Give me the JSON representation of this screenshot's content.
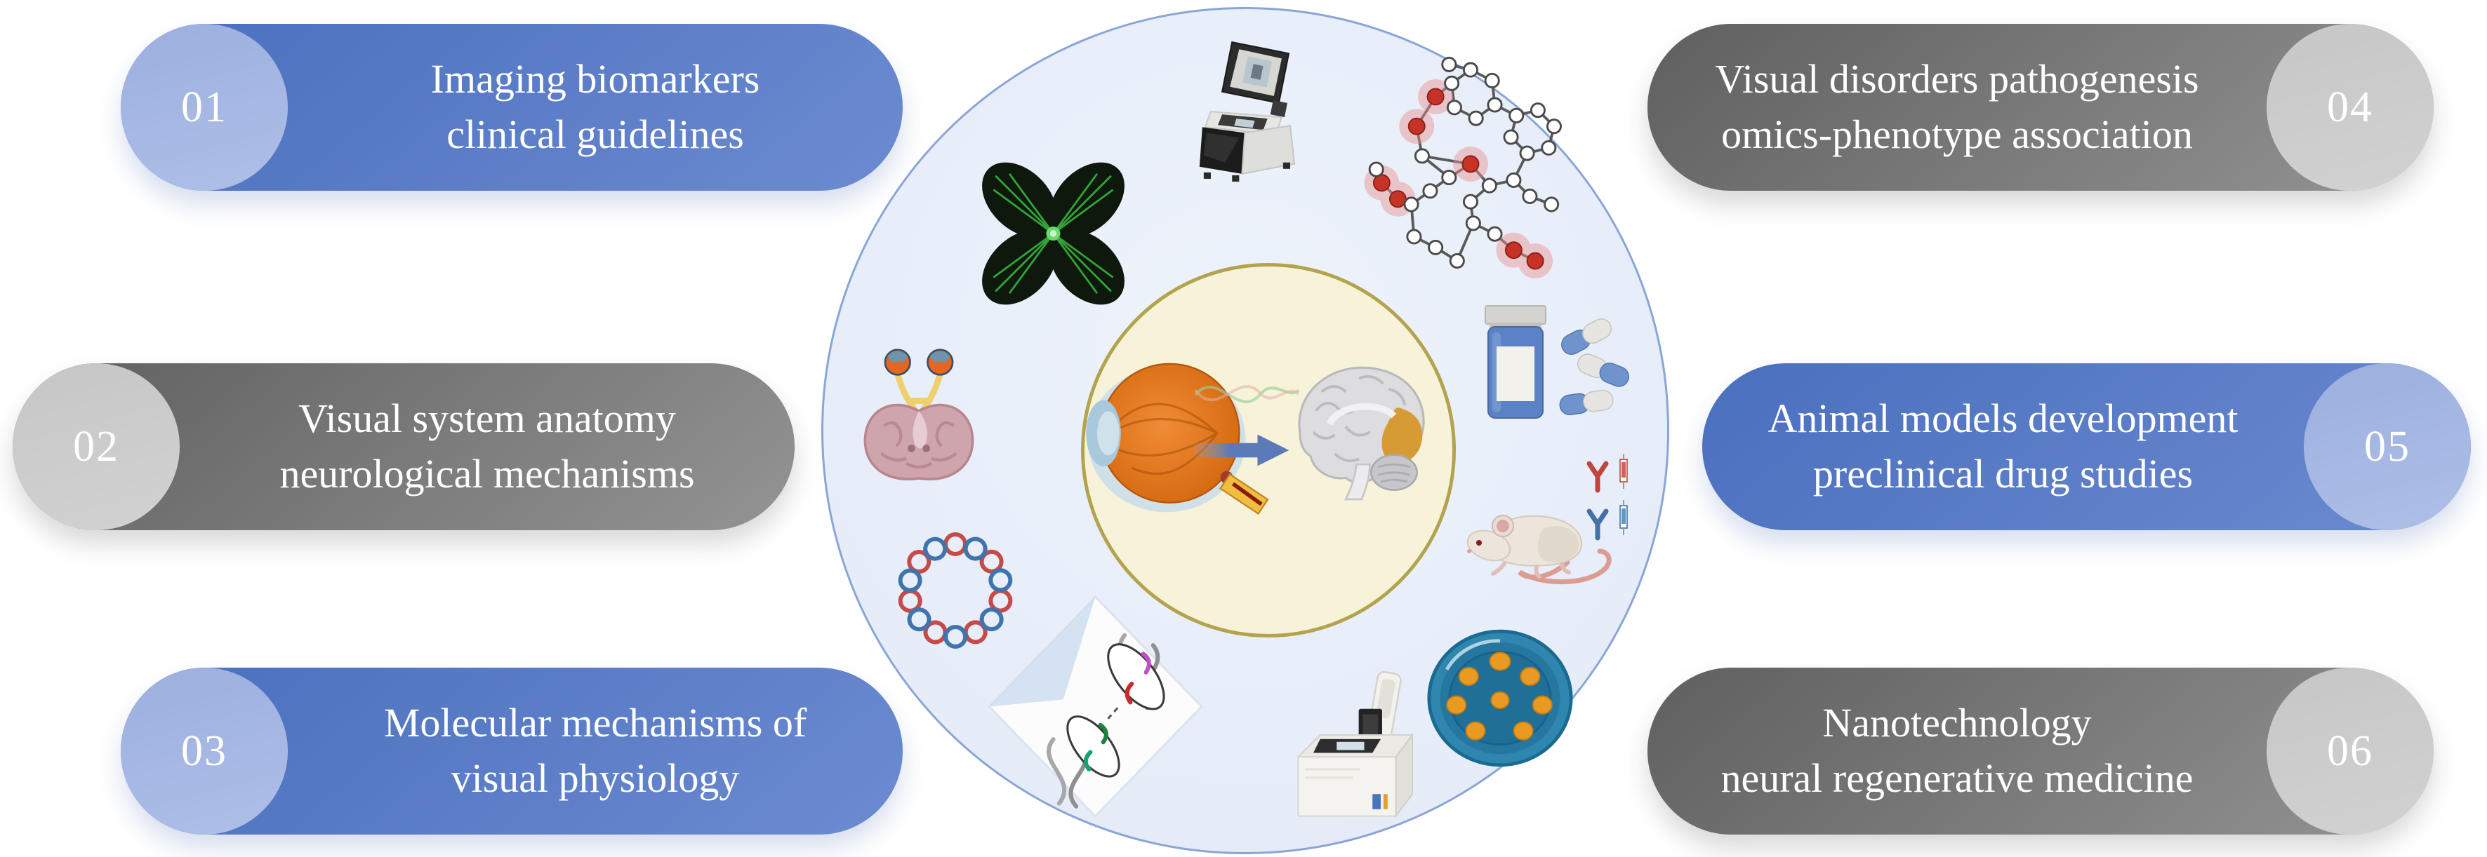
{
  "topics": [
    {
      "number": "01",
      "line1": "Imaging biomarkers",
      "line2": "clinical guidelines",
      "theme": "blue",
      "side": "left"
    },
    {
      "number": "02",
      "line1": "Visual system anatomy",
      "line2": "neurological mechanisms",
      "theme": "gray",
      "side": "left"
    },
    {
      "number": "03",
      "line1": "Molecular mechanisms of",
      "line2": "visual physiology",
      "theme": "blue",
      "side": "left"
    },
    {
      "number": "04",
      "line1": "Visual disorders pathogenesis",
      "line2": "omics-phenotype association",
      "theme": "gray",
      "side": "right"
    },
    {
      "number": "05",
      "line1": "Animal models development",
      "line2": "preclinical drug studies",
      "theme": "blue",
      "side": "right"
    },
    {
      "number": "06",
      "line1": "Nanotechnology",
      "line2": "neural regenerative medicine",
      "theme": "gray",
      "side": "right"
    }
  ],
  "center": {
    "icons": [
      "retina-fundus-image",
      "ophthalmic-imaging-device",
      "molecular-structure",
      "brain-slice-with-eyes",
      "eye",
      "optic-chiasm",
      "signal-arrow",
      "brain-sagittal",
      "medication-bottle-and-capsules",
      "antibodies-and-syringes",
      "lab-mouse",
      "dna-plasmid",
      "dna-sequencing-inset",
      "benchtop-sequencer",
      "petri-dish-culture"
    ]
  },
  "colors": {
    "pill_blue_start": "#4a6fbe",
    "pill_blue_end": "#6c8bd0",
    "pill_blue_cap": "#9cafde",
    "pill_gray_start": "#5f5f5f",
    "pill_gray_end": "#949494",
    "pill_gray_cap": "#c6c6c6",
    "pill_text": "#ffffff",
    "outer_circle_fill": "#e7eef9",
    "outer_circle_border": "#8aa6d6",
    "inner_circle_fill": "#f7f3d8",
    "inner_circle_border": "#b3a24e"
  }
}
